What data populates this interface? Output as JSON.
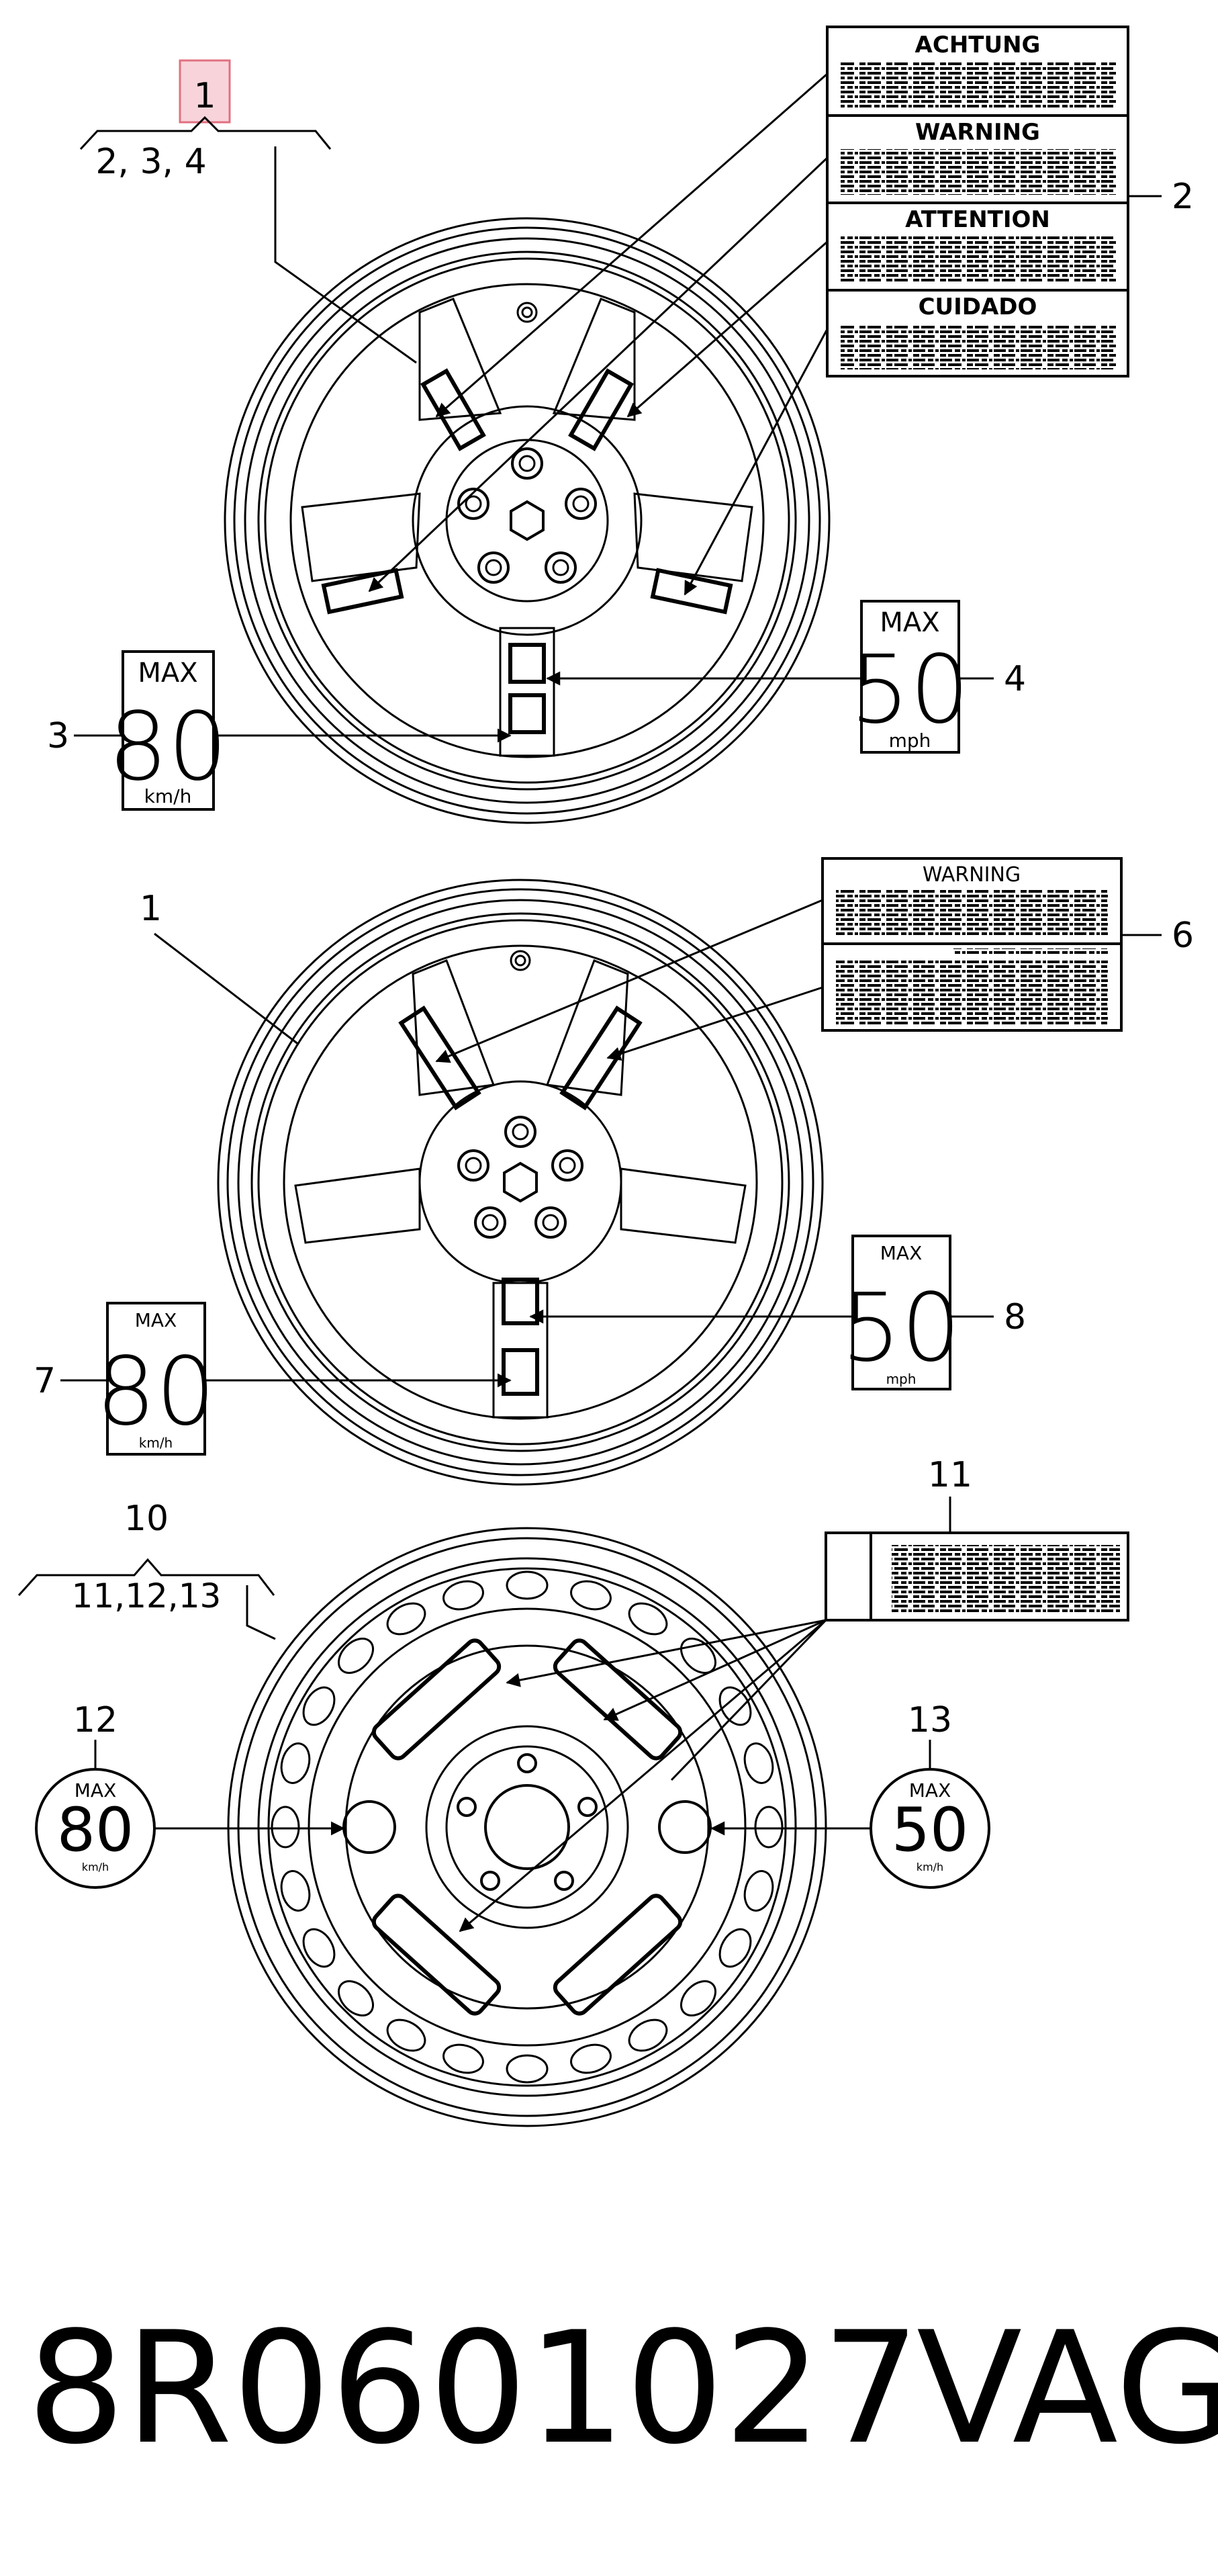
{
  "callouts": {
    "c1_top": "1",
    "c1_top_sub": "2, 3, 4",
    "c2": "2",
    "c3": "3",
    "c4": "4",
    "c1_mid": "1",
    "c6": "6",
    "c7": "7",
    "c8": "8",
    "c10": "10",
    "c10_sub": "11,12,13",
    "c11": "11",
    "c12": "12",
    "c13": "13"
  },
  "warning_panel_top": [
    "ACHTUNG",
    "WARNING",
    "ATTENTION",
    "CUIDADO"
  ],
  "warning_panel_mid": "WARNING",
  "speed_labels": {
    "max": "MAX",
    "kmh_value": "80",
    "kmh_unit": "km/h",
    "mph_value": "50",
    "mph_unit": "mph"
  },
  "footer": {
    "part_number": "8R0601027",
    "brand": "VAG"
  },
  "colors": {
    "highlight_fill": "#f8d4da",
    "highlight_stroke": "#e07080"
  }
}
